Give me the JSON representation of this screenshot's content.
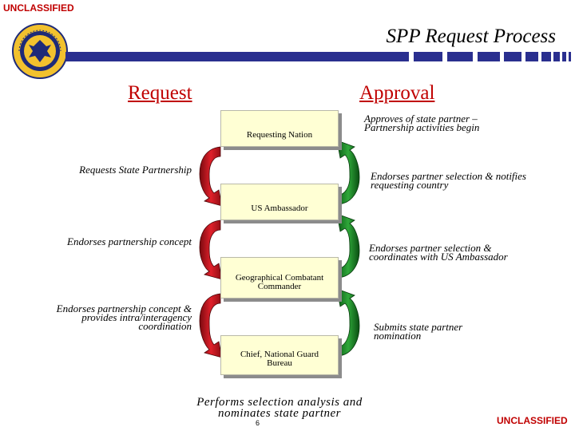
{
  "header": {
    "classification": "UNCLASSIFIED",
    "title": "SPP Request Process"
  },
  "logo": {
    "icon": "national-guard-bureau-seal"
  },
  "columns": {
    "left": "Request",
    "right": "Approval"
  },
  "boxes": [
    {
      "id": "requesting-nation",
      "label": "Requesting Nation"
    },
    {
      "id": "us-ambassador",
      "label": "US Ambassador"
    },
    {
      "id": "combatant-commander",
      "label": "Geographical Combatant Commander"
    },
    {
      "id": "chief-ngb",
      "label": "Chief, National Guard Bureau"
    }
  ],
  "request_notes": [
    "Requests State Partnership",
    "Endorses partnership concept",
    "Endorses partnership concept & provides intra/interagency coordination"
  ],
  "approval_notes": [
    "Approves of state partner – Partnership activities begin",
    "Endorses partner selection & notifies requesting country",
    "Endorses partner selection & coordinates with US Ambassador",
    "Submits state partner nomination"
  ],
  "bottom_note": "Performs selection analysis and nominates state partner",
  "footer": {
    "page_number": "6",
    "classification": "UNCLASSIFIED"
  },
  "colors": {
    "classification": "#c00000",
    "heading": "#c00000",
    "box_fill": "#ffffd4",
    "request_arrow": "#c8141e",
    "approval_arrow": "#1e8c28",
    "bar": "#2a2f8f"
  }
}
